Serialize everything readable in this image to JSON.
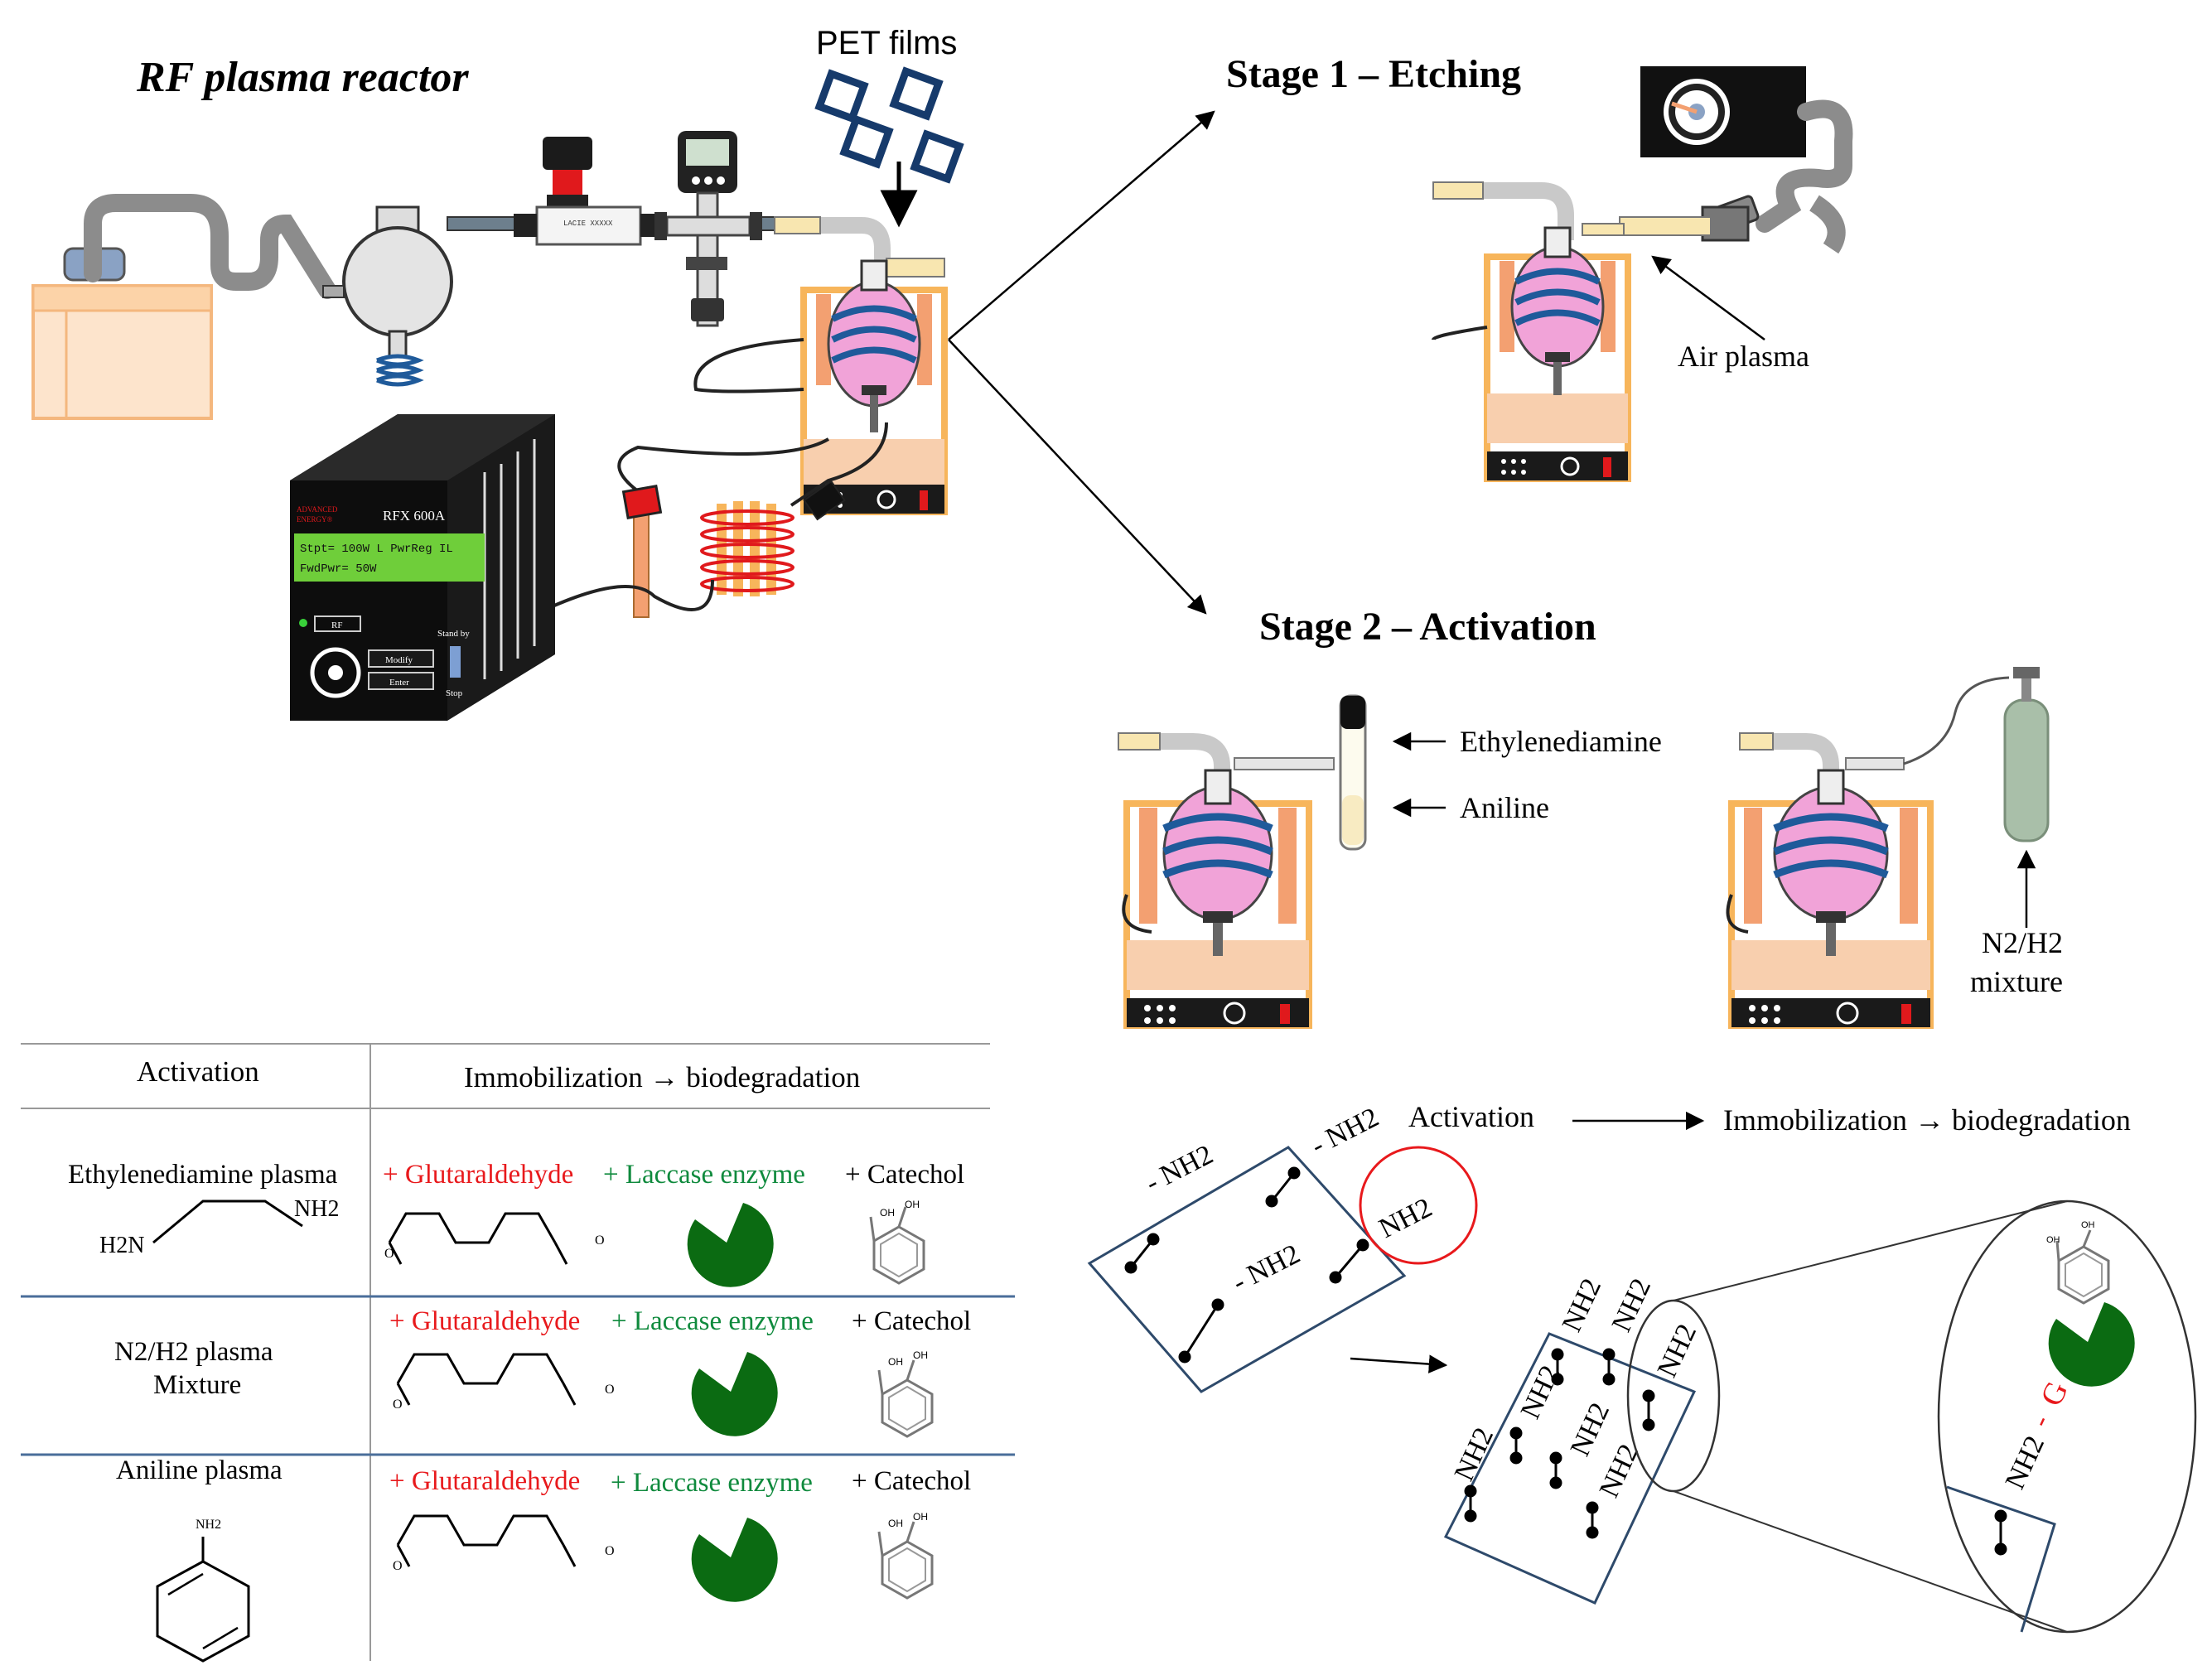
{
  "top": {
    "reactor_title": "RF plasma reactor",
    "pet_films": "PET films",
    "stage1": "Stage 1 – Etching",
    "air_plasma": "Air plasma",
    "stage2": "Stage 2 – Activation",
    "ethylenediamine": "Ethylenediamine",
    "aniline": "Aniline",
    "n2h2_line1": "N2/H2",
    "n2h2_line2": "mixture"
  },
  "generator": {
    "brand_line1": "ADVANCED",
    "brand_line2": "ENERGY®",
    "model": "RFX 600A",
    "lcd_line1": "Stpt= 100W L PwrReg  IL",
    "lcd_line2": "FwdPwr= 50W",
    "rf_button": "RF",
    "modify_button": "Modify",
    "enter_button": "Enter",
    "standby_label": "Stand by",
    "stop_label": "Stop"
  },
  "valve_label": "LACIE\nXXXXX",
  "table": {
    "headers": [
      "Activation",
      "Immobilization → biodegradation"
    ],
    "rows": [
      {
        "activation": "Ethylenediamine plasma",
        "glutaraldehyde": "+ Glutaraldehyde",
        "laccase": "+   Laccase enzyme",
        "catechol": "+ Catechol",
        "struct_h2n": "H2N",
        "struct_nh2": "NH2"
      },
      {
        "activation_line1": "N2/H2 plasma",
        "activation_line2": "Mixture",
        "glutaraldehyde": "+ Glutaraldehyde",
        "laccase": "+  Laccase enzyme",
        "catechol": "+ Catechol"
      },
      {
        "activation": "Aniline plasma",
        "glutaraldehyde": "+ Glutaraldehyde",
        "laccase": "+ Laccase enzyme",
        "catechol": "+ Catechol",
        "struct_nh2": "NH2"
      }
    ],
    "oh_label": "OH",
    "o_label": "O"
  },
  "scheme": {
    "activation": "Activation",
    "immobilization": "Immobilization → biodegradation",
    "nh2_label": "NH2",
    "dash_nh2": "- NH2",
    "g_label": "G",
    "oh_label": "OH"
  },
  "colors": {
    "red": "#e8191c",
    "green": "#0f8a3d",
    "enzyme_green": "#0b6b12",
    "lcd_green": "#6fce3a",
    "orange_frame": "#f7b55b",
    "skin": "#f8cfae",
    "pink_plasma": "#f1a3d8",
    "coil_blue": "#1f5a9a",
    "gray_tube": "#8e8e8e",
    "navy_line": "#2e4a6b"
  }
}
